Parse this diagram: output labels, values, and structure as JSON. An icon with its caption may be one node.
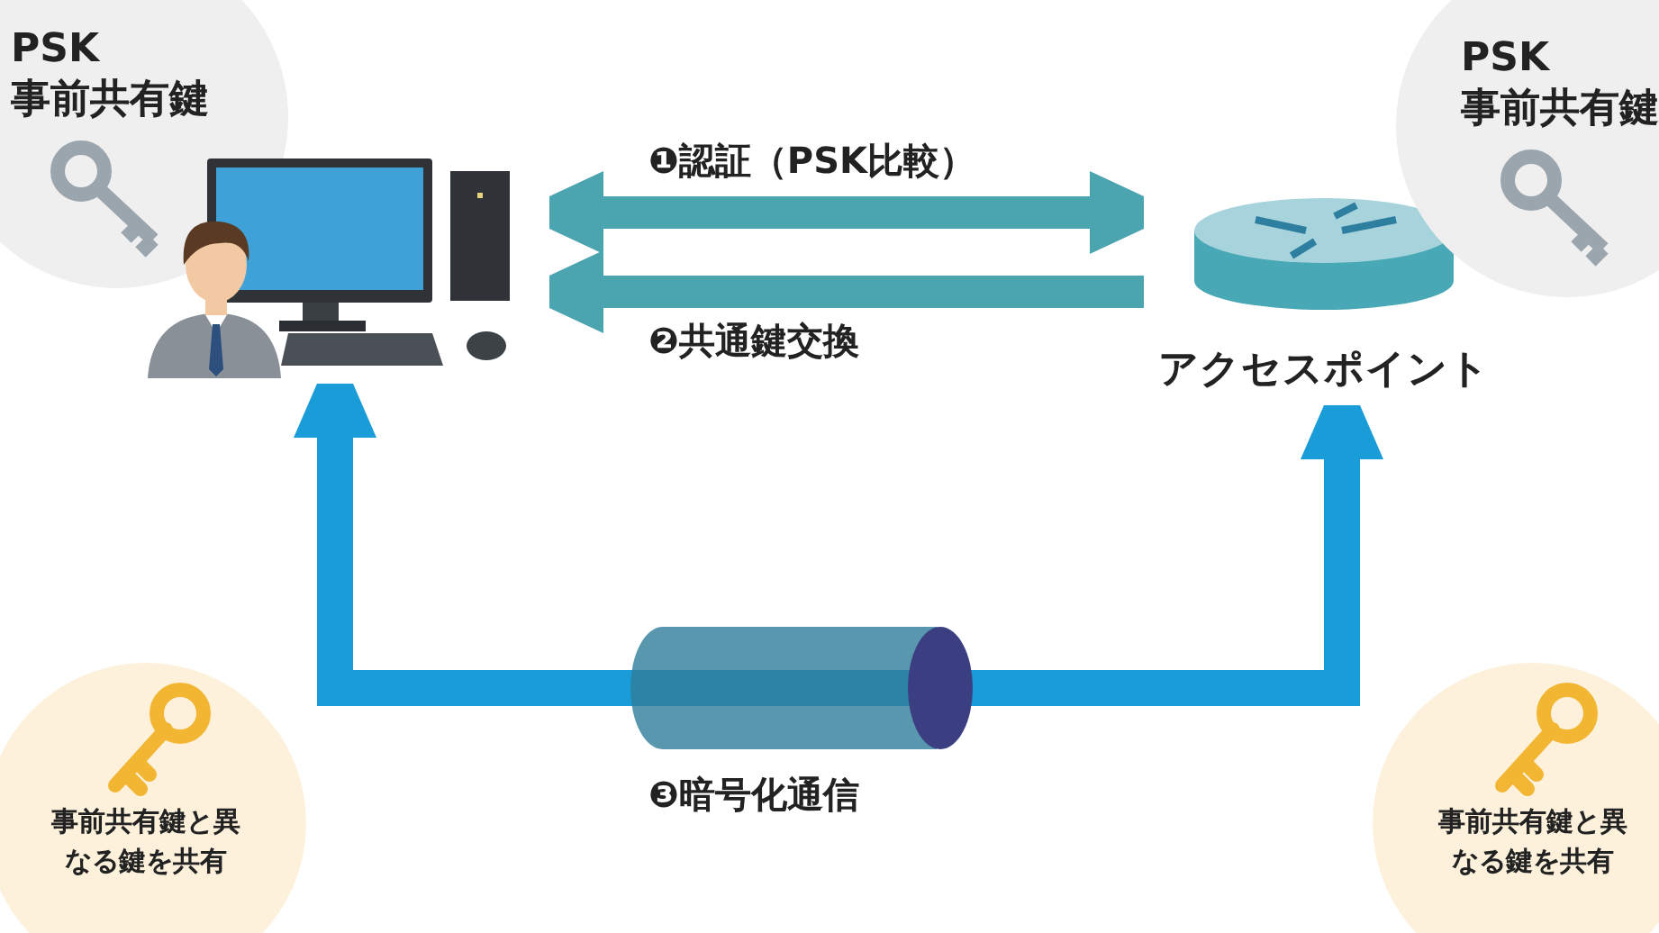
{
  "diagram": {
    "nodes": [
      {
        "text": [
          "PSK 事前共有鍵"
        ]
      },
      {
        "text": [],
        "shape": "picture"
      },
      {
        "text": [
          "アクセスポイント"
        ]
      },
      {
        "text": [
          "PSK 事前共有鍵"
        ]
      },
      {
        "text": [
          "事前共有鍵と異なる鍵を共有"
        ]
      },
      {
        "text": [
          "事前共有鍵と異なる鍵を共有"
        ]
      }
    ],
    "edges": [
      {
        "from": 1,
        "to": 2,
        "arrow": "both",
        "label": "❶認証（PSK比較）"
      },
      {
        "from": 2,
        "to": 1,
        "arrow": "to",
        "label": "❷共通鍵交換"
      },
      {
        "from": 1,
        "to": 2,
        "arrow": "both",
        "label": "❸暗号化通信",
        "color": "#1a9cd8"
      }
    ]
  }
}
